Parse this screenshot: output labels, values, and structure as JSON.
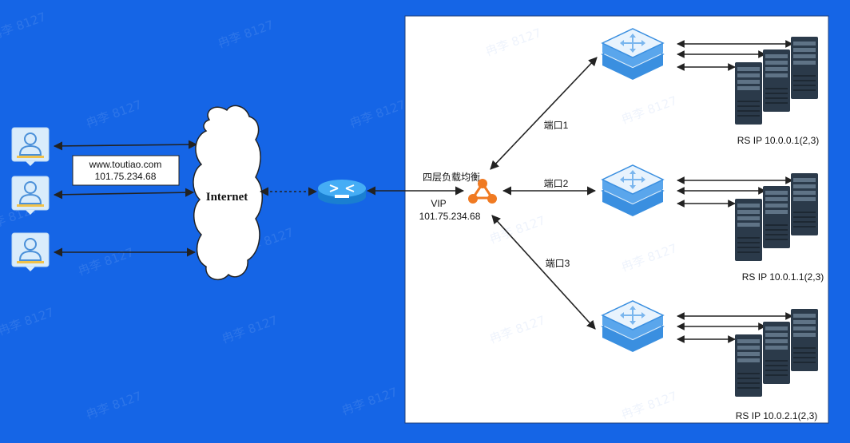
{
  "colors": {
    "background": "#1565e6",
    "panel": "#ffffff",
    "arrow": "#222222",
    "user_icon_bg": "#d9ecfb",
    "user_icon": "#4a90d9",
    "switch_top": "#dcecfa",
    "switch_side": "#3a8fe0",
    "router": "#2a9bf0",
    "lb_node": "#f07a22",
    "server_dark": "#2b3a4a"
  },
  "dns": {
    "domain": "www.toutiao.com",
    "ip": "101.75.234.68"
  },
  "cloud": {
    "label": "Internet"
  },
  "lb": {
    "title": "四层负载均衡",
    "vip_label": "VIP",
    "vip_ip": "101.75.234.68"
  },
  "ports": [
    {
      "label": "端口1"
    },
    {
      "label": "端口2"
    },
    {
      "label": "端口3"
    }
  ],
  "real_servers": [
    {
      "label": "RS IP 10.0.0.1(2,3)"
    },
    {
      "label": "RS IP 10.0.1.1(2,3)"
    },
    {
      "label": "RS IP 10.0.2.1(2,3)"
    }
  ],
  "icons": {
    "user": "user-icon",
    "cloud": "cloud-icon",
    "router": "router-icon",
    "load_balancer": "load-balancer-icon",
    "switch": "switch-icon",
    "server": "server-rack-icon"
  },
  "watermark": "冉李 8127"
}
